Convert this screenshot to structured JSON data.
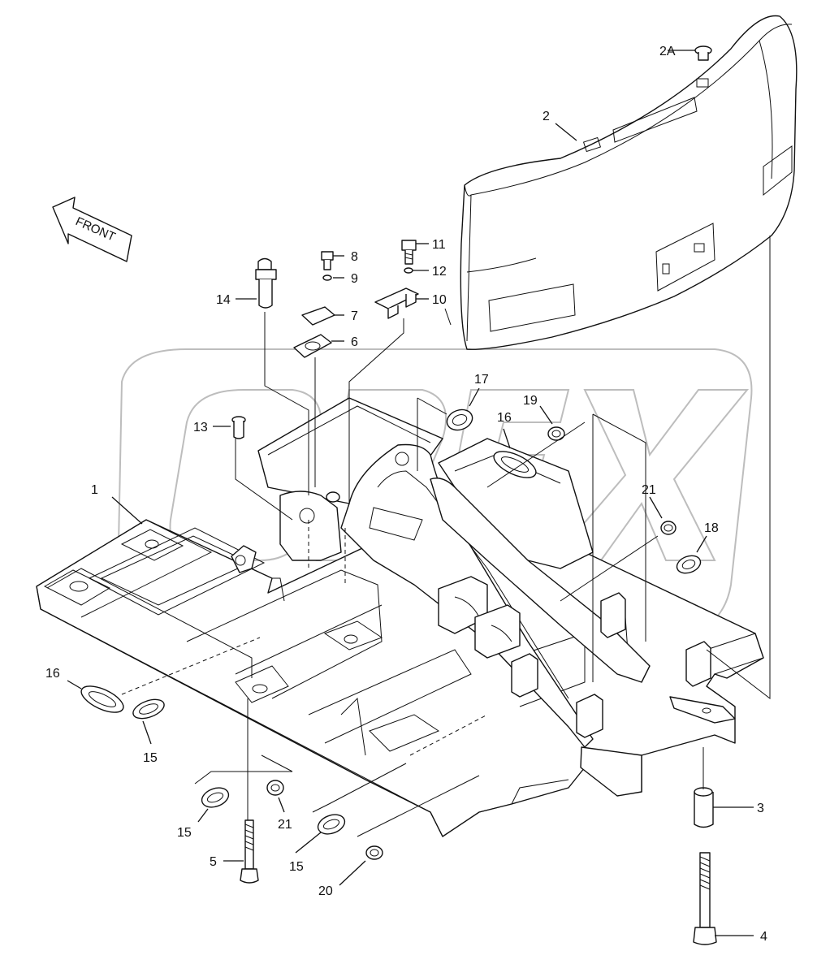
{
  "diagram": {
    "front_label": "FRONT",
    "watermark": "OREX",
    "callouts": {
      "p1": "1",
      "p2": "2",
      "p2a": "2A",
      "p3": "3",
      "p4": "4",
      "p5": "5",
      "p6": "6",
      "p7": "7",
      "p8": "8",
      "p9": "9",
      "p10": "10",
      "p11": "11",
      "p12": "12",
      "p13": "13",
      "p14": "14",
      "p15a": "15",
      "p15b": "15",
      "p15c": "15",
      "p16a": "16",
      "p16b": "16",
      "p17": "17",
      "p18": "18",
      "p19": "19",
      "p20": "20",
      "p21a": "21",
      "p21b": "21"
    }
  }
}
